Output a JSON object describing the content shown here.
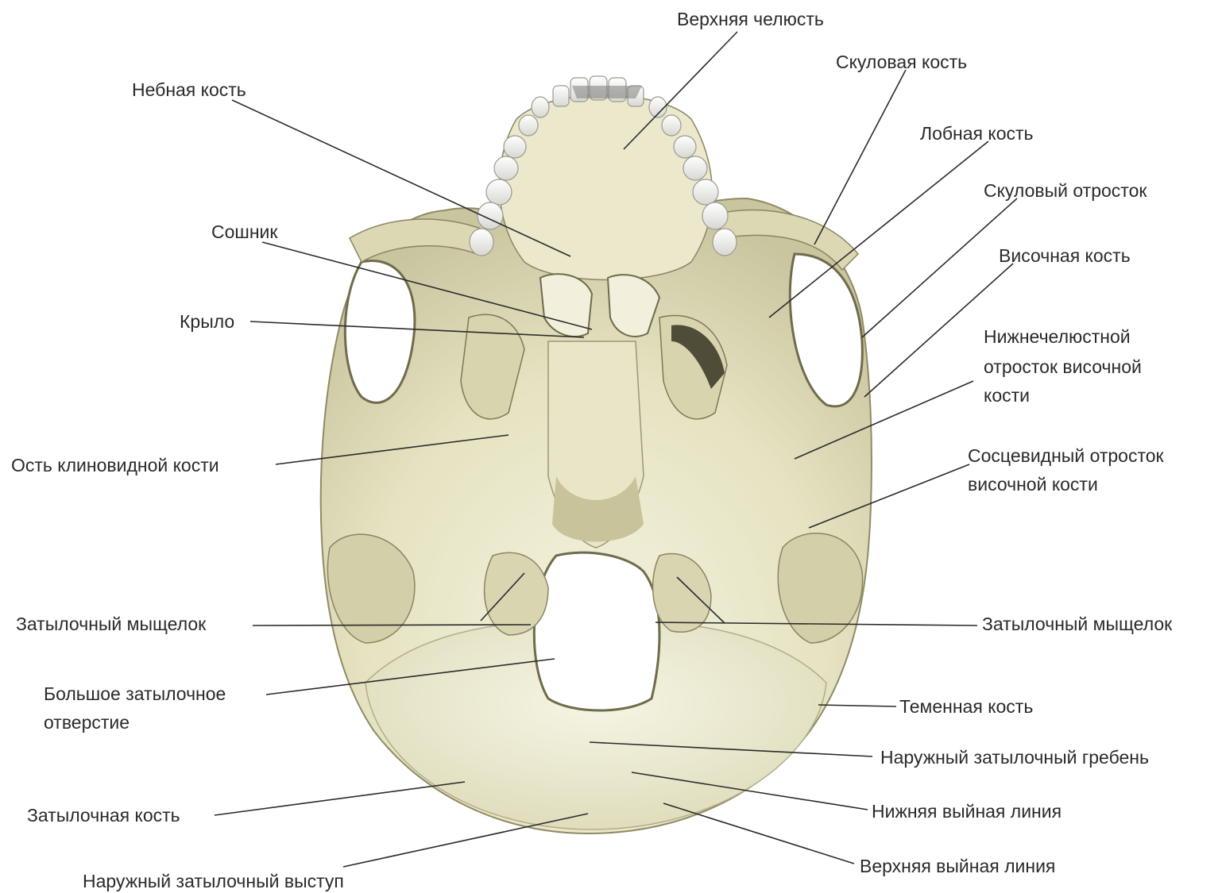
{
  "colors": {
    "background": "#ffffff",
    "bone": "#e8e6c6",
    "bone_light": "#f2f1dc",
    "bone_shadow": "#a8a482",
    "label_text": "#2a2a2a",
    "leader_line": "#2b2b2b"
  },
  "labels": {
    "maxilla": "Верхняя челюсть",
    "zygomatic_bone": "Скуловая кость",
    "palatine_bone": "Небная кость",
    "frontal_bone": "Лобная кость",
    "zygomatic_process": "Скуловый отросток",
    "temporal_bone": "Височная кость",
    "vomer": "Сошник",
    "wing": "Крыло",
    "mandibular_process_l1": "Нижнечелюстной",
    "mandibular_process_l2": "отросток височной",
    "mandibular_process_l3": "кости",
    "sphenoid_spine": "Ость клиновидной кости",
    "mastoid_process_l1": "Сосцевидный отросток",
    "mastoid_process_l2": "височной кости",
    "occipital_condyle_left": "Затылочный мыщелок",
    "occipital_condyle_right": "Затылочный мыщелок",
    "foramen_magnum_l1": "Большое затылочное",
    "foramen_magnum_l2": "отверстие",
    "parietal_bone": "Теменная кость",
    "external_occipital_crest": "Наружный затылочный гребень",
    "occipital_bone": "Затылочная кость",
    "inferior_nuchal_line": "Нижняя выйная линия",
    "superior_nuchal_line": "Верхняя выйная линия",
    "external_occipital_protuberance": "Наружный затылочный выступ"
  }
}
